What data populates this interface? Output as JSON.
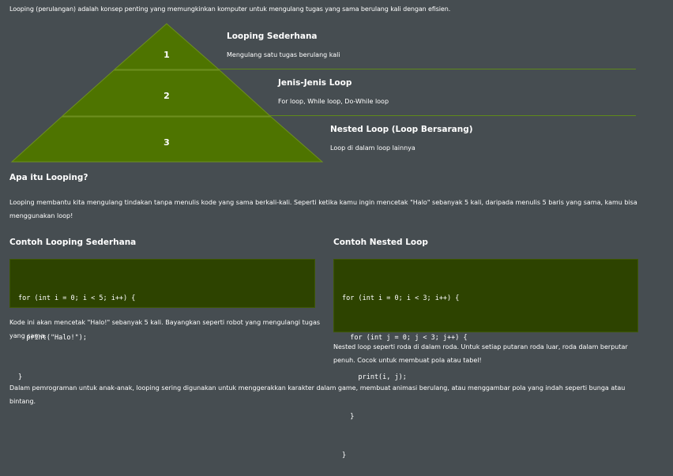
{
  "intro": "Looping (perulangan) adalah konsep penting yang memungkinkan komputer untuk mengulang tugas yang sama berulang kali dengan efisien.",
  "pyramid": {
    "levels": [
      {
        "number": "1",
        "title": "Looping Sederhana",
        "description": "Mengulang satu tugas berulang kali"
      },
      {
        "number": "2",
        "title": "Jenis-Jenis Loop",
        "description": "For loop, While loop, Do-While loop"
      },
      {
        "number": "3",
        "title": "Nested Loop (Loop Bersarang)",
        "description": "Loop di dalam loop lainnya"
      }
    ],
    "colors": {
      "fill": "#4e7400",
      "stroke": "#6d8f1f",
      "line": "#5f8a1a"
    }
  },
  "what": {
    "heading": "Apa itu Looping?",
    "text": "Looping membantu kita mengulang tindakan tanpa menulis kode yang sama berkali-kali. Seperti ketika kamu ingin mencetak \"Halo\" sebanyak 5 kali, daripada menulis 5 baris yang sama, kamu bisa menggunakan loop!"
  },
  "simple": {
    "heading": "Contoh Looping Sederhana",
    "code": [
      "for (int i = 0; i < 5; i++) {",
      "  print(\"Halo!\");",
      "}"
    ],
    "caption": "Kode ini akan mencetak \"Halo!\" sebanyak 5 kali. Bayangkan seperti robot yang mengulangi tugas yang sama."
  },
  "nested": {
    "heading": "Contoh Nested Loop",
    "code": [
      "for (int i = 0; i < 3; i++) {",
      "  for (int j = 0; j < 3; j++) {",
      "    print(i, j);",
      "  }",
      "}"
    ],
    "caption": "Nested loop seperti roda di dalam roda. Untuk setiap putaran roda luar, roda dalam berputar penuh. Cocok untuk membuat pola atau tabel!"
  },
  "footer": "Dalam pemrograman untuk anak-anak, looping sering digunakan untuk menggerakkan karakter dalam game, membuat animasi berulang, atau menggambar pola yang indah seperti bunga atau bintang."
}
